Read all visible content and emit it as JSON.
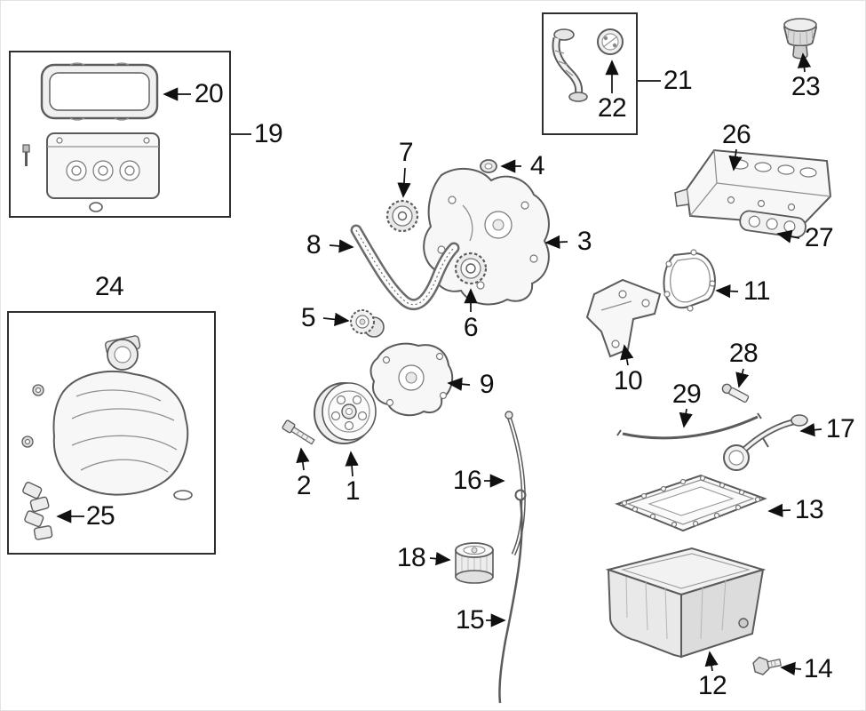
{
  "diagram": {
    "type": "exploded-parts-diagram",
    "subject": "engine components illustration with numbered callouts",
    "callouts": [
      {
        "label": "1"
      },
      {
        "label": "2"
      },
      {
        "label": "3"
      },
      {
        "label": "4"
      },
      {
        "label": "5"
      },
      {
        "label": "6"
      },
      {
        "label": "7"
      },
      {
        "label": "8"
      },
      {
        "label": "9"
      },
      {
        "label": "10"
      },
      {
        "label": "11"
      },
      {
        "label": "12"
      },
      {
        "label": "13"
      },
      {
        "label": "14"
      },
      {
        "label": "15"
      },
      {
        "label": "16"
      },
      {
        "label": "17"
      },
      {
        "label": "18"
      },
      {
        "label": "19"
      },
      {
        "label": "20"
      },
      {
        "label": "21"
      },
      {
        "label": "22"
      },
      {
        "label": "23"
      },
      {
        "label": "24"
      },
      {
        "label": "25"
      },
      {
        "label": "26"
      },
      {
        "label": "27"
      },
      {
        "label": "28"
      },
      {
        "label": "29"
      }
    ]
  },
  "colors": {
    "background": "#ffffff",
    "line_art": "#5b5b5b",
    "callout_text": "#101010",
    "group_box_border": "#2e2e2e",
    "arrow": "#101010"
  }
}
